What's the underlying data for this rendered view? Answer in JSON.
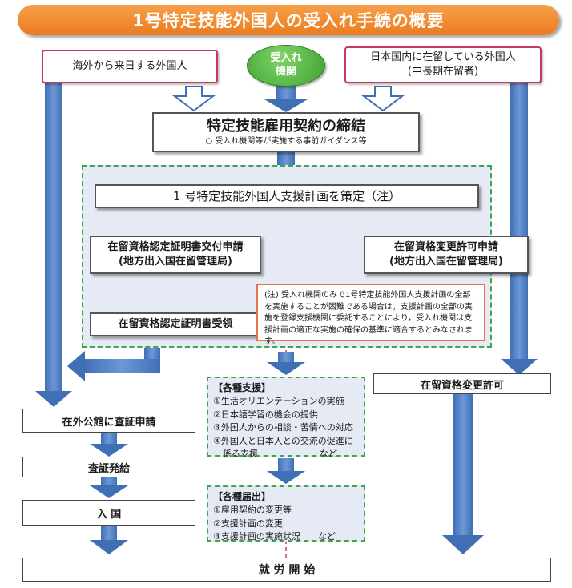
{
  "title": "1号特定技能外国人の受入れ手続の概要",
  "sources": {
    "overseas": "海外から来日する外国人",
    "receiving_org": [
      "受入れ",
      "機関"
    ],
    "domestic": [
      "日本国内に在留している外国人",
      "(中長期在留者)"
    ]
  },
  "contract": {
    "title": "特定技能雇用契約の締結",
    "sub": "○ 受入れ機関等が実施する事前ガイダンス等"
  },
  "support_plan": "1 号特定技能外国人支援計画を策定（注）",
  "coe_application": [
    "在留資格認定証明書交付申請",
    "(地方出入国在留管理局)"
  ],
  "change_application": [
    "在留資格変更許可申請",
    "(地方出入国在留管理局)"
  ],
  "coe_received": "在留資格認定証明書受領",
  "note": "(注) 受入れ機関のみで1号特定技能外国人支援計画の全部を実施することが困難である場合は，支援計画の全部の実施を登録支援機関に委託することにより，受入れ機関は支援計画の適正な実施の確保の基準に適合するとみなされます。",
  "support": {
    "header": "【各種支援】",
    "items": [
      "①生活オリエンテーションの実施",
      "②日本語学習の機会の提供",
      "③外国人からの相談・苦情への対応",
      "④外国人と日本人との交流の促進に",
      "係る支援　　　　　　　など"
    ]
  },
  "notifications": {
    "header": "【各種届出】",
    "items": [
      "①雇用契約の変更等",
      "②支援計画の変更",
      "③支援計画の実施状況　　など"
    ]
  },
  "change_permit": "在留資格変更許可",
  "visa_application": "在外公館に査証申請",
  "visa_issued": "査証発給",
  "entry": "入 国",
  "work_start": "就 労 開 始"
}
